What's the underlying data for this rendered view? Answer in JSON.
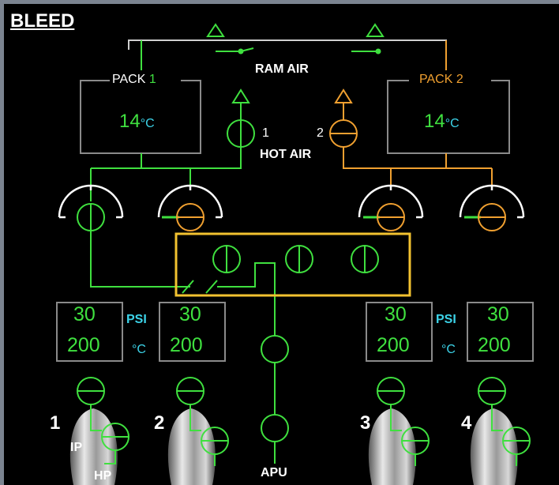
{
  "page": {
    "title": "BLEED"
  },
  "ram_air": {
    "label": "RAM AIR"
  },
  "packs": [
    {
      "label": "PACK",
      "number": "1",
      "temp_value": "14",
      "temp_unit": "°C",
      "color": "#3fe03f"
    },
    {
      "label": "PACK",
      "number": "2",
      "temp_value": "14",
      "temp_unit": "°C",
      "color": "#f0a030"
    }
  ],
  "hot_air": {
    "label": "HOT AIR",
    "valve_1": "1",
    "valve_2": "2"
  },
  "engine_indicators": [
    {
      "psi": "30",
      "temp": "200"
    },
    {
      "psi": "30",
      "temp": "200"
    },
    {
      "psi": "30",
      "temp": "200"
    },
    {
      "psi": "30",
      "temp": "200"
    }
  ],
  "units": {
    "psi": "PSI",
    "degc": "°C"
  },
  "engines": [
    "1",
    "2",
    "3",
    "4"
  ],
  "valve_labels": {
    "ip": "IP",
    "hp": "HP"
  },
  "apu": {
    "label": "APU"
  },
  "colors": {
    "green": "#3fe03f",
    "amber": "#f0a030",
    "cyan": "#3cd3e8",
    "white": "#ffffff",
    "box_grey": "#8a8a8a",
    "highlight": "#f2c230"
  }
}
